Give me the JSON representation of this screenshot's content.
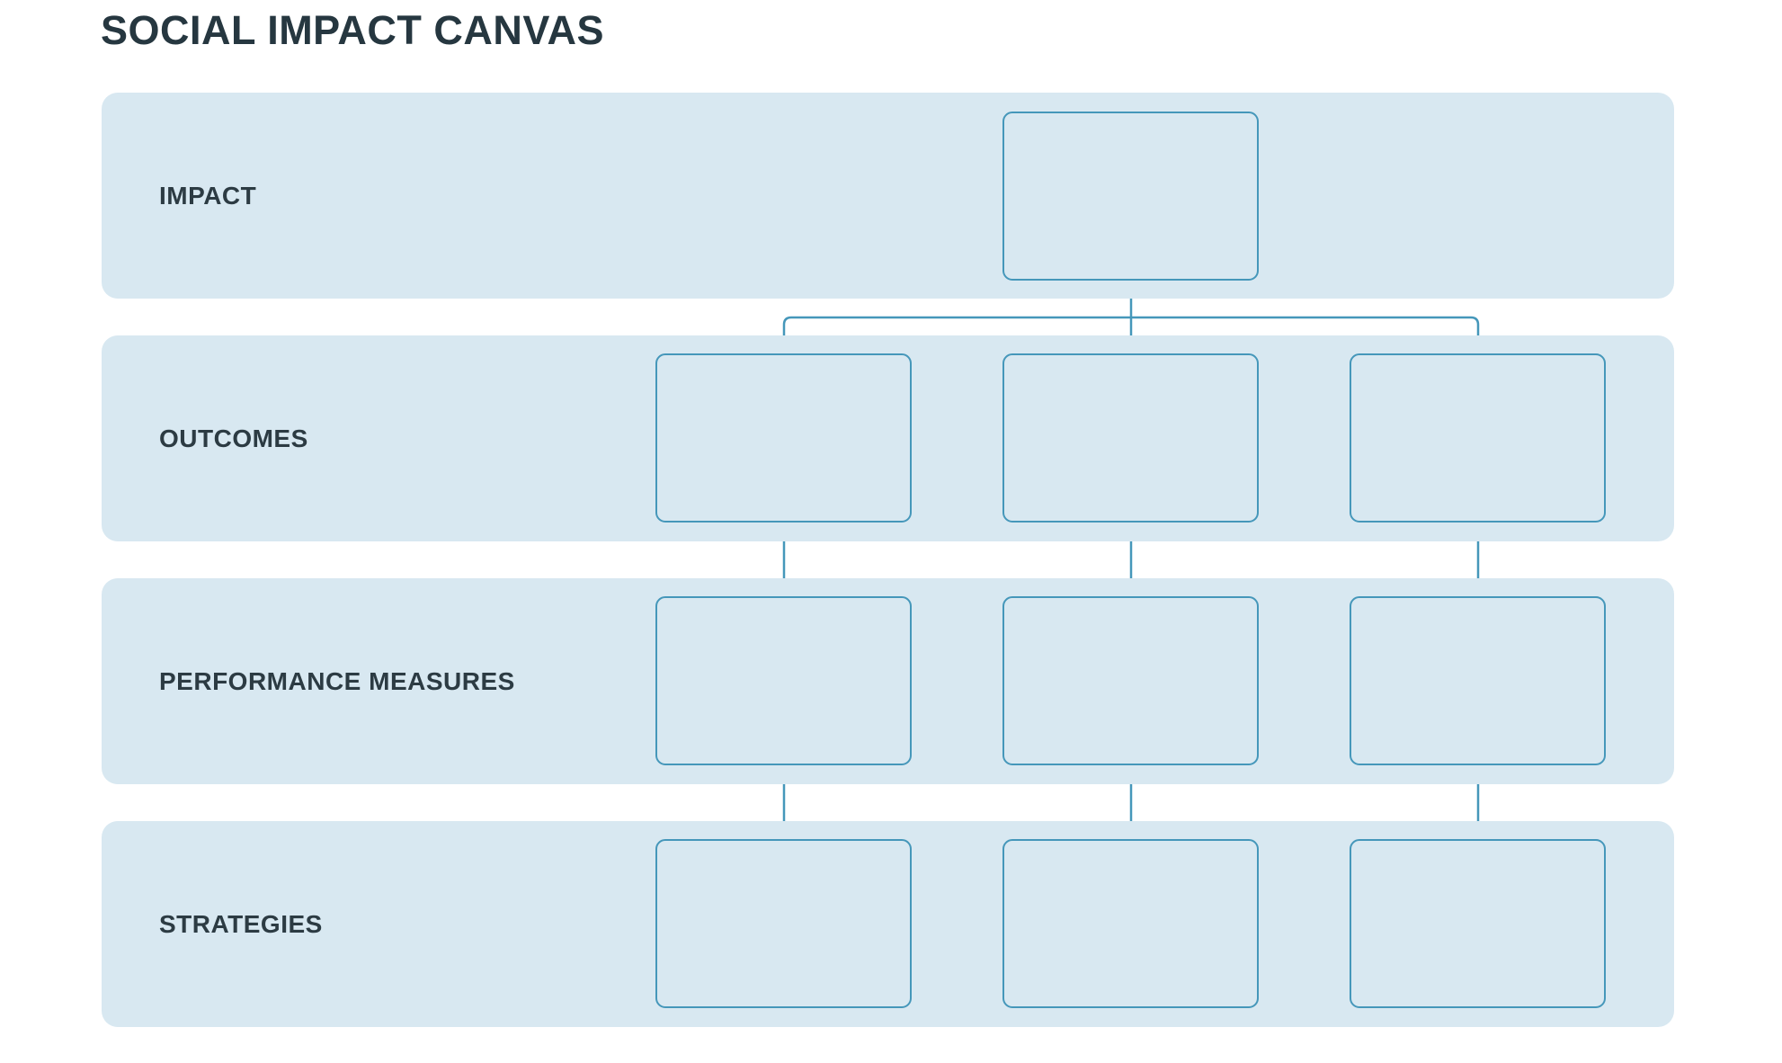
{
  "title": "SOCIAL IMPACT CANVAS",
  "colors": {
    "page_background": "#ffffff",
    "band_background": "#d8e8f1",
    "box_fill": "#d8e8f1",
    "accent_border": "#4597ba",
    "heading_text": "#263740",
    "label_text": "#2c3b43"
  },
  "rows": [
    {
      "label": "IMPACT",
      "box_count": 1
    },
    {
      "label": "OUTCOMES",
      "box_count": 3
    },
    {
      "label": "PERFORMANCE MEASURES",
      "box_count": 3
    },
    {
      "label": "STRATEGIES",
      "box_count": 3
    }
  ]
}
